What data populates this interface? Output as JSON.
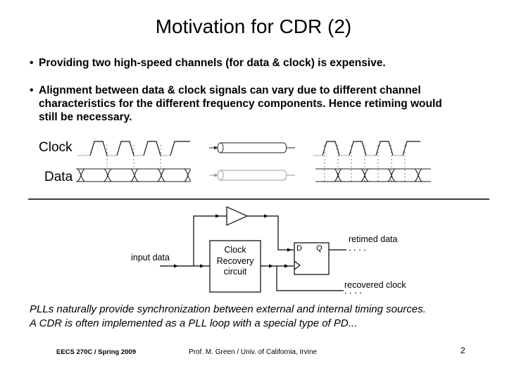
{
  "slide": {
    "title": "Motivation for CDR (2)",
    "bullet_char": "•",
    "bullets": [
      "Providing two high-speed channels (for data & clock) is expensive.",
      "Alignment between data & clock signals can vary due to different channel characteristics for the different frequency components.  Hence retiming would still be necessary."
    ],
    "waveforms": {
      "clock_label": "Clock",
      "data_label": "Data"
    },
    "circuit": {
      "input_label": "input data",
      "box_lines": [
        "Clock",
        "Recovery",
        "circuit"
      ],
      "ff_d": "D",
      "ff_q": "Q",
      "retimed_label": "retimed data",
      "recovered_label": "recovered clock"
    },
    "note_lines": [
      "PLLs naturally provide synchronization between external and internal timing sources.",
      "A CDR is often implemented as a PLL loop with a special type of PD..."
    ],
    "footer": {
      "left": "EECS 270C / Spring 2009",
      "center": "Prof. M. Green / Univ. of California, Irvine",
      "page": "2"
    },
    "colors": {
      "background": "#ffffff",
      "text": "#000000",
      "clock_baseline_gray": "#aaaaaa",
      "cable_bottom_gray": "#999999"
    }
  }
}
